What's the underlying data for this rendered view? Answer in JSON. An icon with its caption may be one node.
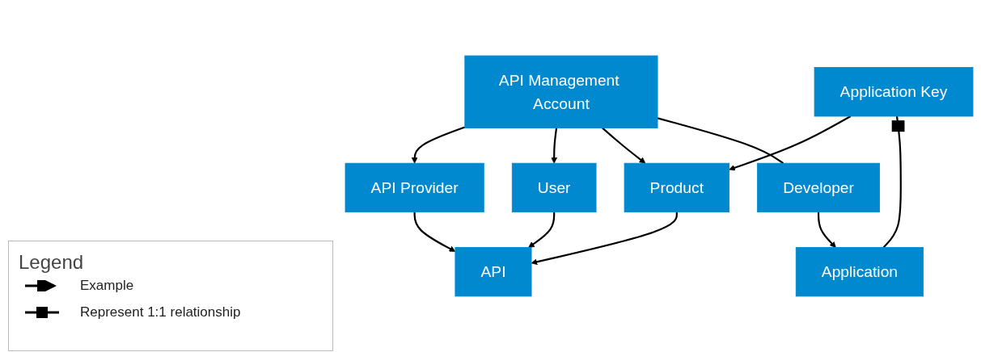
{
  "diagram": {
    "nodes": [
      {
        "text": [
          "API Management Account"
        ]
      },
      {
        "text": [
          "User"
        ]
      },
      {
        "text": [
          "Product"
        ]
      },
      {
        "text": [
          "Developer"
        ]
      },
      {
        "text": [
          "API Provider"
        ]
      },
      {
        "text": [
          "API"
        ]
      },
      {
        "text": [
          "Application Key"
        ]
      },
      {
        "text": [
          "Application"
        ]
      }
    ],
    "edges": [
      {
        "from": 0,
        "to": 4,
        "arrow": "to"
      },
      {
        "from": 0,
        "to": 1,
        "arrow": "to"
      },
      {
        "from": 0,
        "to": 2,
        "arrow": "to"
      },
      {
        "from": 0,
        "to": 3,
        "arrow": "none"
      },
      {
        "from": 3,
        "to": 7,
        "arrow": "to"
      },
      {
        "from": 1,
        "to": 5,
        "arrow": "to"
      },
      {
        "from": 2,
        "to": 5,
        "arrow": "to"
      },
      {
        "from": 4,
        "to": 5,
        "arrow": "to"
      },
      {
        "from": 6,
        "to": 2,
        "arrow": "to"
      },
      {
        "from": 6,
        "to": 7,
        "arrow": "other"
      }
    ],
    "labels": [
      "Legend"
    ],
    "legend": [
      {
        "text": "Example"
      },
      {
        "text": "Represent 1:1 relationship"
      }
    ]
  }
}
